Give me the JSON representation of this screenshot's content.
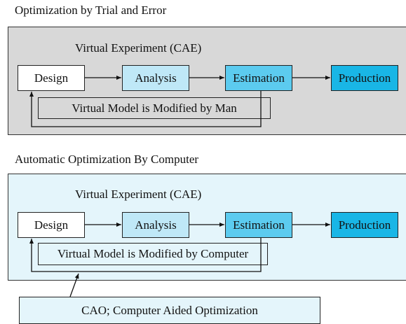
{
  "colors": {
    "panel_top_bg": "#d8d8d8",
    "panel_bottom_bg": "#e4f5fb",
    "design": "#ffffff",
    "analysis": "#bfe8f7",
    "estimation": "#5ccbef",
    "production": "#19b6e6"
  },
  "top": {
    "section_title": "Optimization by Trial and Error",
    "panel_title": "Virtual Experiment (CAE)",
    "design": "Design",
    "analysis": "Analysis",
    "estimation": "Estimation",
    "production": "Production",
    "feedback_note": "Virtual Model is Modified by Man"
  },
  "bottom": {
    "section_title": "Automatic Optimization By Computer",
    "panel_title": "Virtual Experiment (CAE)",
    "design": "Design",
    "analysis": "Analysis",
    "estimation": "Estimation",
    "production": "Production",
    "feedback_note": "Virtual Model is Modified by Computer",
    "cao_label": "CAO; Computer Aided Optimization"
  }
}
